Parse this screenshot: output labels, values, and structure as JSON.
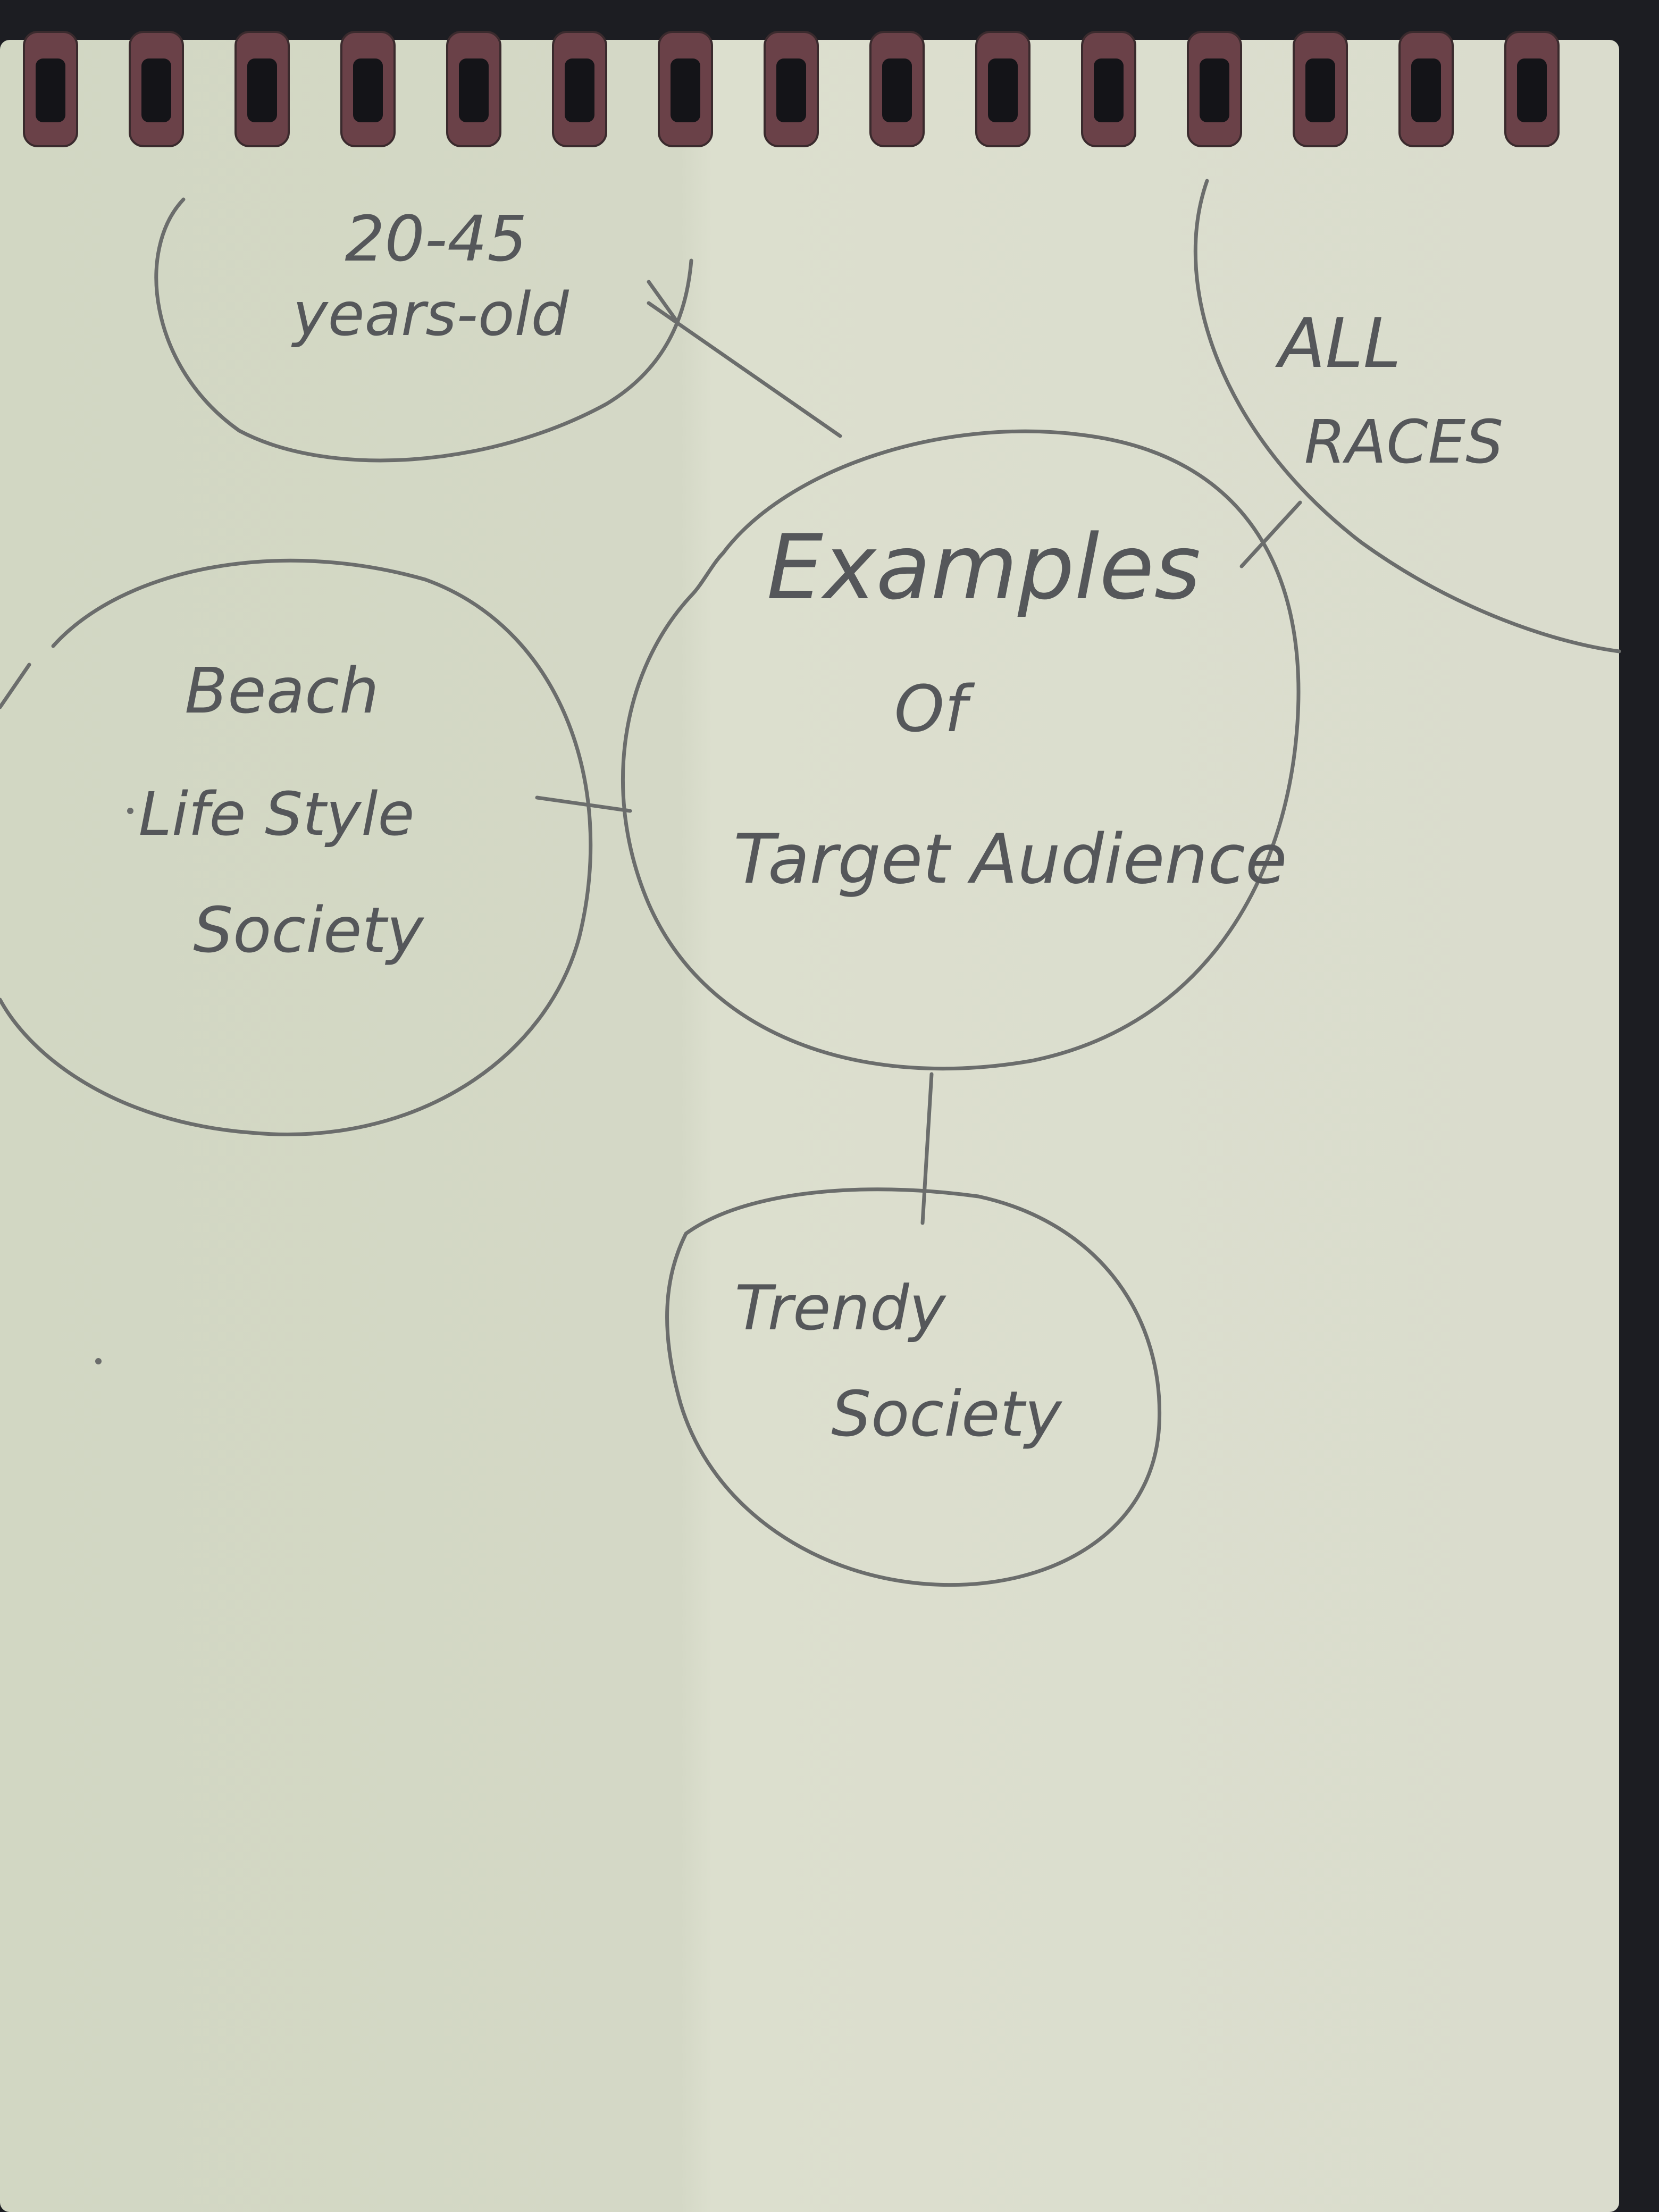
{
  "diagram": {
    "center": {
      "lines": [
        "Examples",
        "Of",
        "Target Audience"
      ]
    },
    "nodes": [
      {
        "id": "age",
        "lines": [
          "20-45",
          "years-old"
        ]
      },
      {
        "id": "races",
        "lines": [
          "ALL",
          "RACES"
        ]
      },
      {
        "id": "beach",
        "lines": [
          "Beach",
          "Life Style",
          "Society"
        ]
      },
      {
        "id": "trendy",
        "lines": [
          "Trendy",
          "Society"
        ]
      }
    ]
  },
  "colors": {
    "background": "#1c1d22",
    "paper": "#d7dbc9",
    "pencil": "#6b6d6c",
    "binding": "#6a4148"
  }
}
